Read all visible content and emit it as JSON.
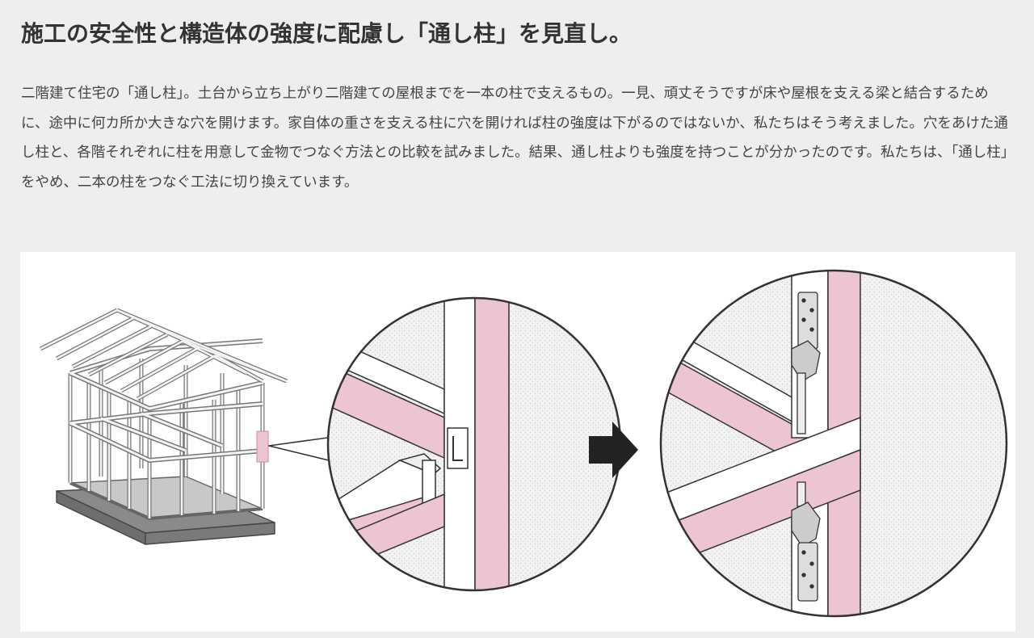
{
  "article": {
    "title": "施工の安全性と構造体の強度に配慮し「通し柱」を見直し。",
    "body": "二階建て住宅の「通し柱」。土台から立ち上がり二階建ての屋根までを一本の柱で支えるもの。一見、頑丈そうですが床や屋根を支える梁と結合するために、途中に何カ所か大きな穴を開けます。家自体の重さを支える柱に穴を開ければ柱の強度は下がるのではないか、私たちはそう考えました。穴をあけた通し柱と、各階それぞれに柱を用意して金物でつなぐ方法との比較を試みました。結果、通し柱よりも強度を持つことが分かったのです。私たちは、「通し柱」をやめ、二本の柱をつなぐ工法に切り換えています。"
  },
  "illustration": {
    "items": [
      "house-frame",
      "through-pillar-with-hole-detail",
      "arrow",
      "split-pillar-with-metal-connectors-detail"
    ],
    "colors": {
      "panel": "#ffffff",
      "page_background": "#eeeeee",
      "highlight_pink": "#ecc4d2",
      "line": "#333333",
      "arrow": "#222222",
      "texture": "#e4e4e4"
    }
  }
}
